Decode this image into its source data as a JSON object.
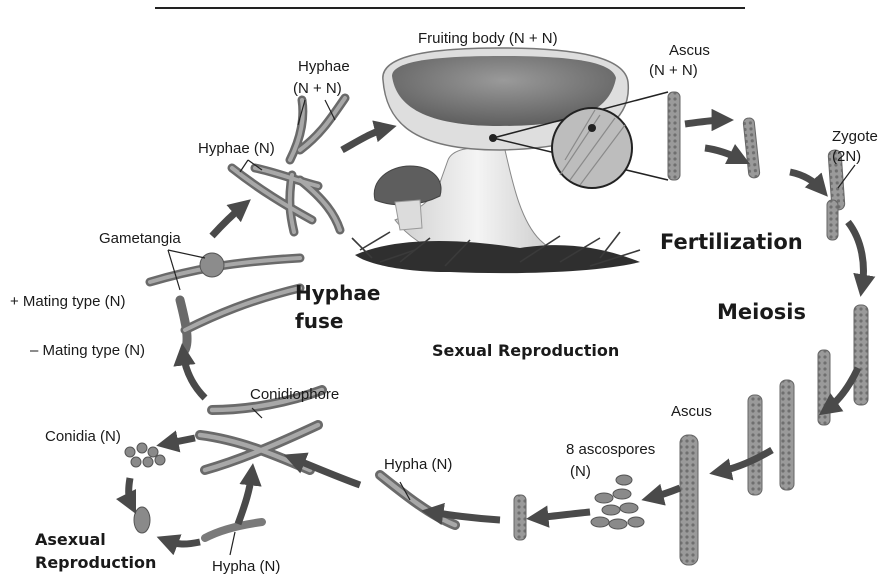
{
  "labels": {
    "fruiting_body": "Fruiting body (N + N)",
    "ascus_nn_1": "Ascus",
    "ascus_nn_2": "(N + N)",
    "zygote_1": "Zygote",
    "zygote_2": "(2N)",
    "hyphae_nn_1": "Hyphae",
    "hyphae_nn_2": "(N + N)",
    "hyphae_n": "Hyphae (N)",
    "gametangia": "Gametangia",
    "plus_mating": "+ Mating type (N)",
    "minus_mating": "– Mating type (N)",
    "conidiophore": "Conidiophore",
    "conidia": "Conidia (N)",
    "hypha_mid": "Hypha (N)",
    "hypha_bottom": "Hypha (N)",
    "ascus_right": "Ascus",
    "ascospores_1": "8 ascospores",
    "ascospores_2": "(N)"
  },
  "headings": {
    "fertilization": "Fertilization",
    "meiosis": "Meiosis",
    "hyphae_fuse_1": "Hyphae",
    "hyphae_fuse_2": "fuse",
    "sexual": "Sexual Reproduction",
    "asexual_1": "Asexual",
    "asexual_2": "Reproduction"
  },
  "colors": {
    "arrow": "#4a4a4a",
    "hypha_fill": "#8f8f8f",
    "cap": "#6e6e6e",
    "stalk": "#e4e4e4",
    "grass": "#3f3f3f"
  }
}
